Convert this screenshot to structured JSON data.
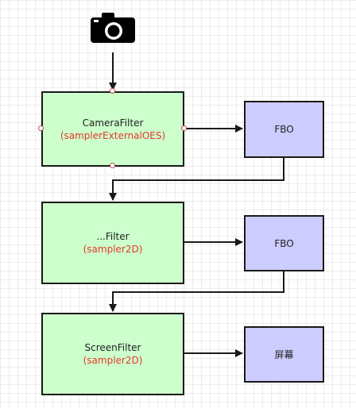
{
  "camera": {
    "icon": "camera-icon"
  },
  "filters": [
    {
      "name": "CameraFilter",
      "sampler": "(samplerExternalOES)"
    },
    {
      "name": "...Filter",
      "sampler": "(sampler2D)"
    },
    {
      "name": "ScreenFilter",
      "sampler": "(sampler2D)"
    }
  ],
  "outputs": [
    {
      "label": "FBO"
    },
    {
      "label": "FBO"
    },
    {
      "label": "屏幕"
    }
  ],
  "colors": {
    "filter_fill": "#ccffcc",
    "output_fill": "#ccccff",
    "sampler_text": "#e8382b",
    "stroke": "#1a1a1a",
    "connector": "#c0504d"
  }
}
